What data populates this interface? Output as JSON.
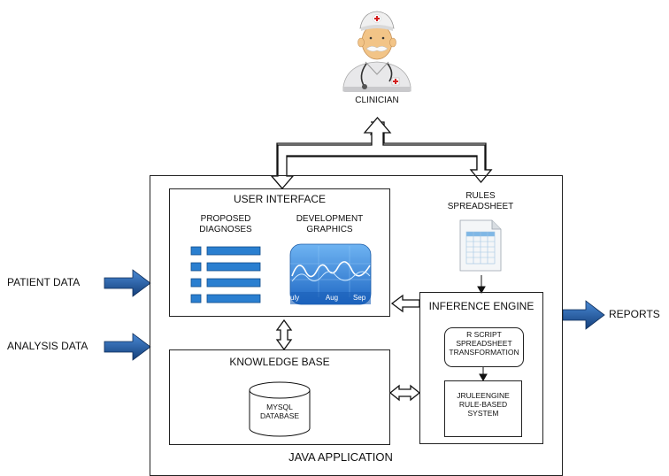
{
  "clinician": {
    "label": "CLINICIAN"
  },
  "java_app": {
    "label": "JAVA APPLICATION"
  },
  "user_interface": {
    "title": "USER INTERFACE",
    "proposed_diagnoses": "PROPOSED\nDIAGNOSES",
    "development_graphics": "DEVELOPMENT\nGRAPHICS",
    "graph_months": [
      "uly",
      "Aug",
      "Sep"
    ]
  },
  "rules_spreadsheet": {
    "label": "RULES\nSPREADSHEET"
  },
  "inference_engine": {
    "title": "INFERENCE ENGINE",
    "r_script": "R SCRIPT\nSPREADSHEET\nTRANSFORMATION",
    "jruleengine": "JRULEENGINE\nRULE-BASED\nSYSTEM"
  },
  "knowledge_base": {
    "title": "KNOWLEDGE BASE",
    "database": "MYSQL\nDATABASE"
  },
  "inputs": {
    "patient_data": "PATIENT DATA",
    "analysis_data": "ANALYSIS DATA"
  },
  "outputs": {
    "reports": "REPORTS"
  },
  "colors": {
    "arrow_blue": "#1f5fa8",
    "icon_blue": "#2a7fd0",
    "graph_blue": "#3a8fe0"
  }
}
